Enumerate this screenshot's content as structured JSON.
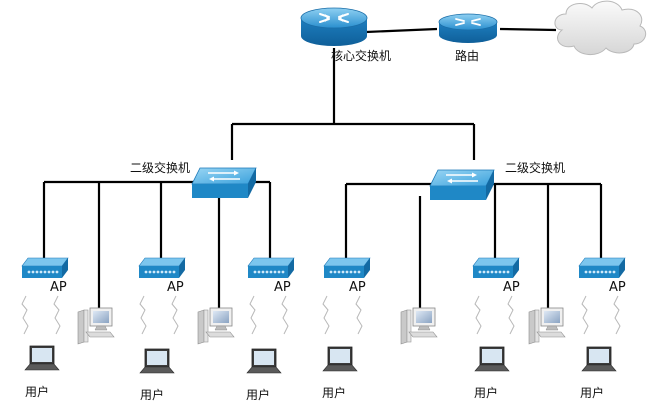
{
  "labels": {
    "core_switch": "核心交换机",
    "router": "路由",
    "secondary_switch_left": "二级交换机",
    "secondary_switch_right": "二级交换机",
    "ap": "AP",
    "user": "用户"
  },
  "colors": {
    "device_blue": "#1f88c6",
    "device_light": "#5fb8e6",
    "cloud": "#e9e9e9",
    "wire": "#000000"
  },
  "icons": [
    "router-icon",
    "switch-icon",
    "access-point-icon",
    "desktop-pc-icon",
    "laptop-icon",
    "cloud-icon"
  ]
}
